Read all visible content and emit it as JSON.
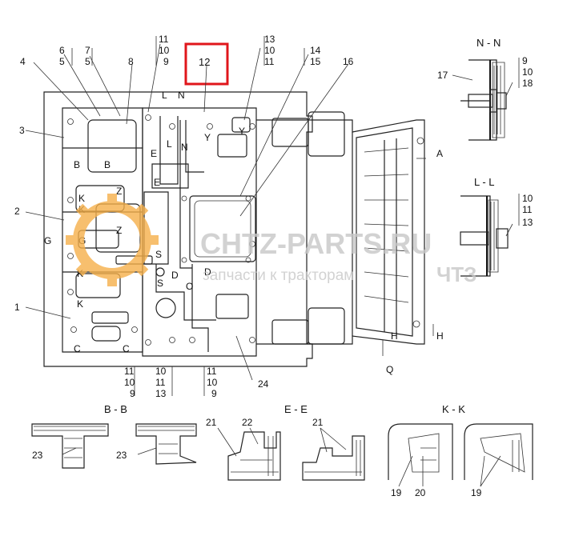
{
  "labels": {
    "l1": "1",
    "l2": "2",
    "l3": "3",
    "l4": "4",
    "l6": "6",
    "l5a": "5",
    "l7": "7",
    "l5b": "5",
    "l8": "8",
    "t11": "11",
    "t10": "10",
    "t9": "9",
    "t13": "13",
    "t10b": "10",
    "t11b": "11",
    "l14": "14",
    "l15": "15",
    "l16": "16",
    "l12": "12",
    "l17": "17",
    "l18": "18",
    "nn9": "9",
    "nn10": "10",
    "ll10": "10",
    "ll11": "11",
    "ll13": "13",
    "b11a": "11",
    "b10a": "10",
    "b9a": "9",
    "b10b": "10",
    "b11b": "11",
    "b13b": "13",
    "b11c": "11",
    "b10c": "10",
    "b9c": "9",
    "l24": "24",
    "bb23a": "23",
    "bb23b": "23",
    "ee21a": "21",
    "ee22": "22",
    "ee21b": "21",
    "kk19a": "19",
    "kk20": "20",
    "kk19b": "19"
  },
  "cut_letters": {
    "B1": "B",
    "B2": "B",
    "E1": "E",
    "E2": "E",
    "K1": "K",
    "K2": "K",
    "K3": "K",
    "K4": "K",
    "Z1": "Z",
    "Z2": "Z",
    "G1": "G",
    "G2": "G",
    "L1": "L",
    "N1": "N",
    "L2": "L",
    "N2": "N",
    "Y1": "Y",
    "Y2": "Y",
    "S1": "S",
    "S2": "S",
    "D1": "D",
    "D2": "D",
    "C1": "C",
    "C2": "C",
    "A": "A",
    "Q": "Q",
    "H1": "H",
    "H2": "H",
    "O": "O"
  },
  "sections": {
    "nn": "N - N",
    "ll": "L - L",
    "bb": "B - B",
    "ee": "E - E",
    "kk": "K - K"
  },
  "watermark": {
    "title": "CHTZ-PARTS.RU",
    "subtitle": "запчасти к тракторам",
    "brand": "ЧТЗ"
  },
  "colors": {
    "highlight": "#e0161b",
    "watermark": "#c8c8c8",
    "gear": "#f6b04a"
  }
}
